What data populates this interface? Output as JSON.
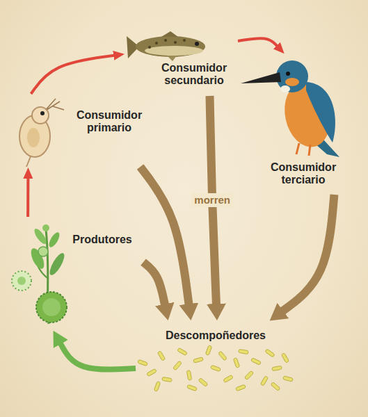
{
  "diagram": {
    "nodes": [
      {
        "text": [
          "Produtores"
        ]
      },
      {
        "text": [
          "Consumidor primario"
        ]
      },
      {
        "text": [
          "Consumidor secundario"
        ]
      },
      {
        "text": [
          "Consumidor terciario"
        ]
      },
      {
        "text": [
          "Descompoñedores"
        ]
      }
    ],
    "edges": [
      {
        "from": 0,
        "to": 1,
        "arrow": "to"
      },
      {
        "from": 1,
        "to": 2,
        "arrow": "to"
      },
      {
        "from": 2,
        "to": 3,
        "arrow": "to"
      },
      {
        "from": 0,
        "to": 4,
        "arrow": "to"
      },
      {
        "from": 1,
        "to": 4,
        "arrow": "to"
      },
      {
        "from": 2,
        "to": 4,
        "arrow": "to",
        "label": "morren"
      },
      {
        "from": 3,
        "to": 4,
        "arrow": "to"
      },
      {
        "from": 4,
        "to": 0,
        "arrow": "to"
      }
    ]
  }
}
